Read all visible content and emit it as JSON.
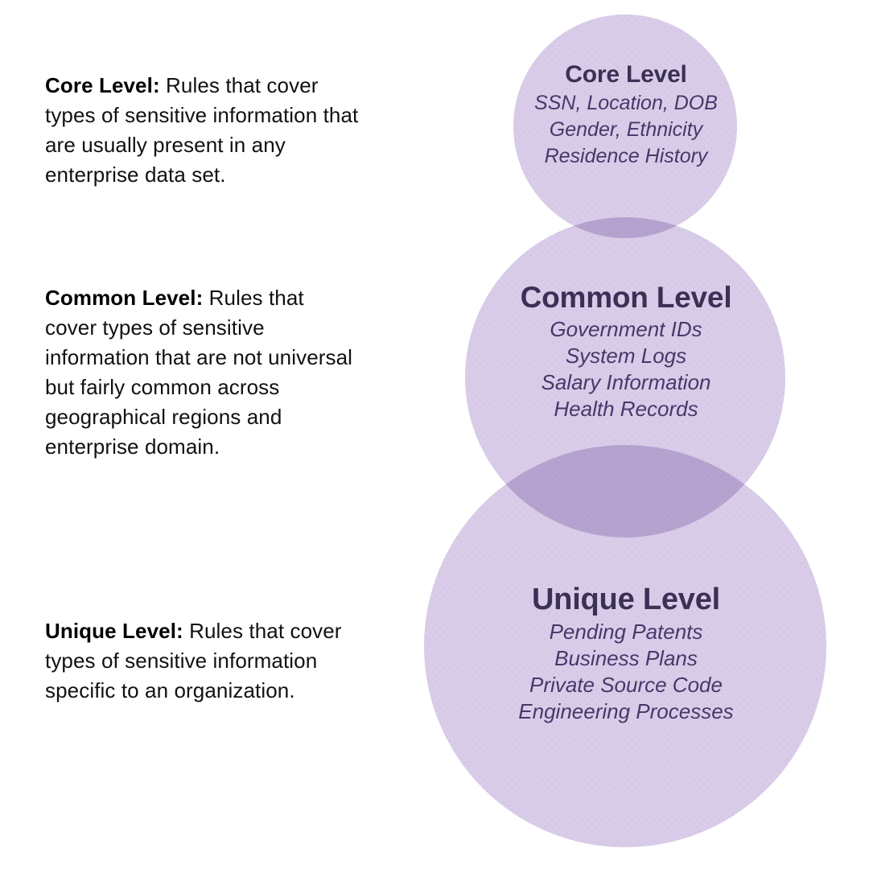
{
  "colors": {
    "circle_fill": "#d8cce8",
    "circle_overlap": "#b5a2ce",
    "circle_heading": "#3b3055",
    "circle_item": "#45386a",
    "body_text": "#111111",
    "background": "#ffffff"
  },
  "descriptions": [
    {
      "lead": "Core Level:",
      "body": " Rules that cover types of sensitive information that are usually present in any enterprise data set."
    },
    {
      "lead": "Common Level:",
      "body": " Rules that cover types of sensitive information that are not universal but fairly common across geographical regions and enterprise domain."
    },
    {
      "lead": "Unique Level:",
      "body": " Rules that cover types of sensitive information specific to an organization."
    }
  ],
  "circles": [
    {
      "title": "Core Level",
      "items": [
        "SSN, Location, DOB",
        "Gender, Ethnicity",
        "Residence History"
      ]
    },
    {
      "title": "Common Level",
      "items": [
        "Government IDs",
        "System Logs",
        "Salary Information",
        "Health Records"
      ]
    },
    {
      "title": "Unique Level",
      "items": [
        "Pending Patents",
        "Business Plans",
        "Private Source Code",
        "Engineering Processes"
      ]
    }
  ]
}
